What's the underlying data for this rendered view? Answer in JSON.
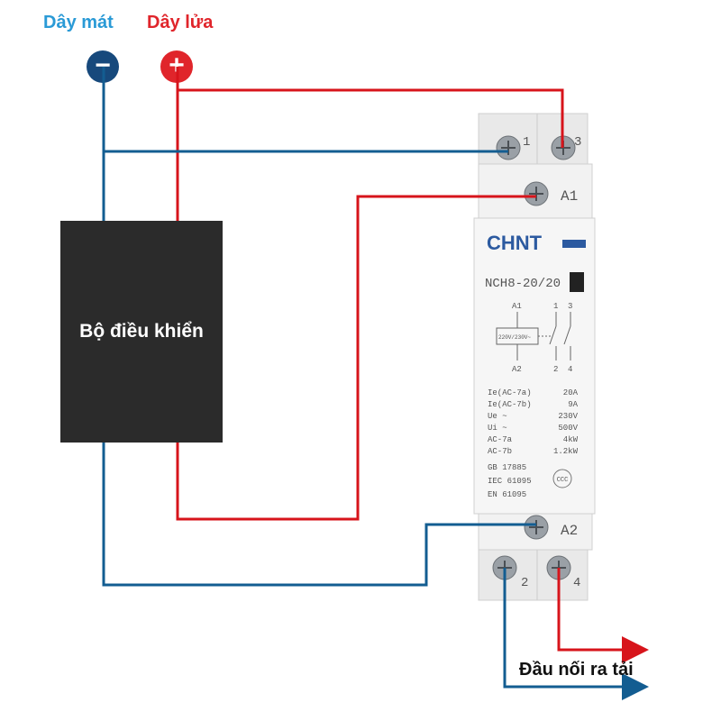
{
  "labels": {
    "neutral_wire": "Dây mát",
    "live_wire": "Dây lửa",
    "neutral_symbol": "−",
    "live_symbol": "+",
    "controller": "Bộ điều khiển",
    "load_output": "Đầu nối ra tải"
  },
  "contactor": {
    "brand": "CHNT",
    "model": "NCH8-20/20",
    "terminals": {
      "t1": "1",
      "t3": "3",
      "a1": "A1",
      "a2": "A2",
      "t2": "2",
      "t4": "4"
    },
    "schematic": {
      "a1": "A1",
      "a2": "A2",
      "c1": "1",
      "c3": "3",
      "c2": "2",
      "c4": "4",
      "coil": "220V/230V~"
    },
    "specs": [
      {
        "k": "Ie(AC-7a)",
        "v": "20A"
      },
      {
        "k": "Ie(AC-7b)",
        "v": "9A"
      },
      {
        "k": "Ue ~",
        "v": "230V"
      },
      {
        "k": "Ui ~",
        "v": "500V"
      },
      {
        "k": "AC-7a",
        "v": "4kW"
      },
      {
        "k": "AC-7b",
        "v": "1.2kW"
      }
    ],
    "standards": [
      "GB 17885",
      "IEC 61095",
      "EN 61095"
    ],
    "cert_mark": "CCC"
  },
  "colors": {
    "live": "#d7141b",
    "neutral": "#135d91",
    "controller": "#2b2b2b"
  }
}
